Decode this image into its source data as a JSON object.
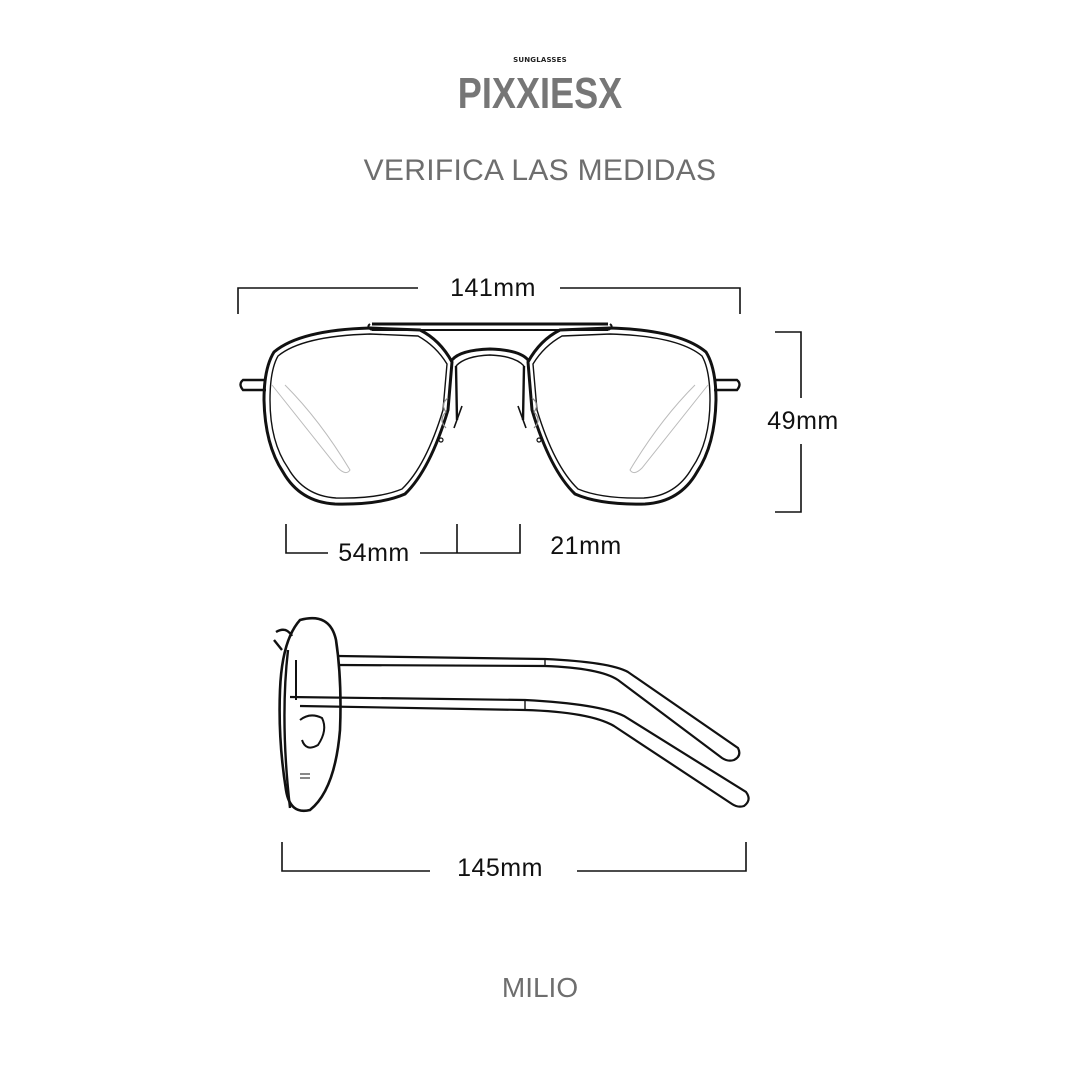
{
  "brand": {
    "tagline": "SUNGLASSES",
    "name": "PIXXIESX",
    "color": "#767676"
  },
  "header": {
    "title": "VERIFICA LAS MEDIDAS"
  },
  "diagram": {
    "front_view": {
      "total_width": "141mm",
      "lens_height": "49mm",
      "lens_width": "54mm",
      "bridge_width": "21mm"
    },
    "side_view": {
      "temple_length": "145mm"
    },
    "line_color": "#111111"
  },
  "footer": {
    "model_name": "MILIO"
  },
  "colors": {
    "background": "#ffffff",
    "text_gray": "#6e6e6e",
    "dimension_text": "#111111"
  }
}
